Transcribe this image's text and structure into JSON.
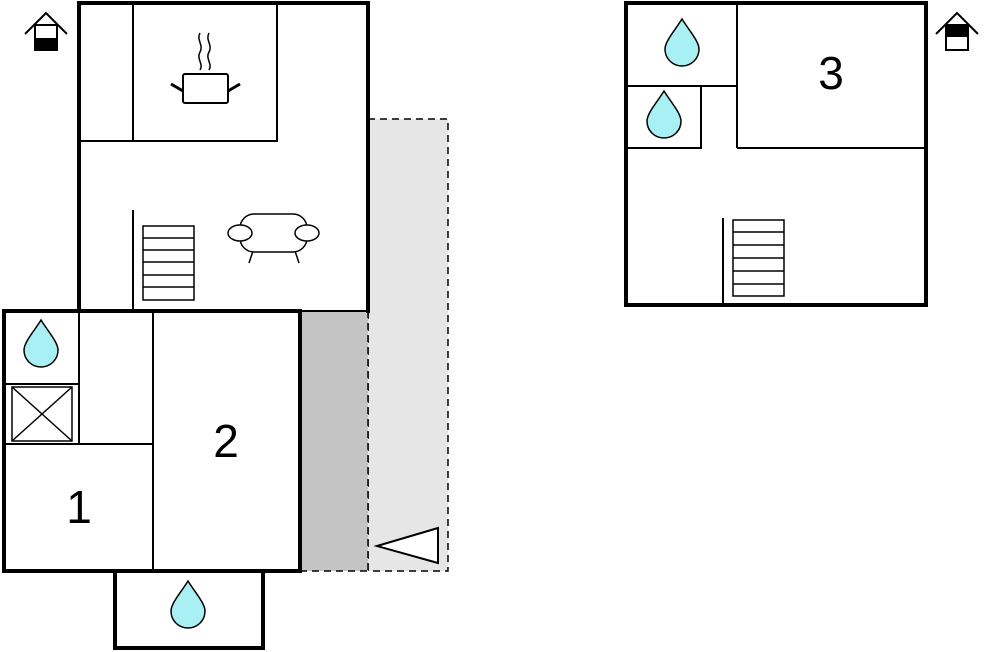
{
  "rooms": {
    "room_1": "1",
    "room_2": "2",
    "room_3": "3"
  },
  "colors": {
    "water_drop": "#a9f0f5",
    "terrace_light": "#e6e6e6",
    "terrace_dark": "#c4c4c4",
    "wall": "#000000",
    "background": "#ffffff"
  },
  "icons": {
    "ground_floor_marker": "house-floor-ground-icon",
    "upper_floor_marker": "house-floor-upper-icon",
    "kitchen": "cooking-pot-icon",
    "living": "sofa-icon",
    "bathroom": "water-drop-icon",
    "stairs": "stairs-icon",
    "entrance": "entrance-arrow-icon",
    "utility": "crossed-box-icon"
  }
}
